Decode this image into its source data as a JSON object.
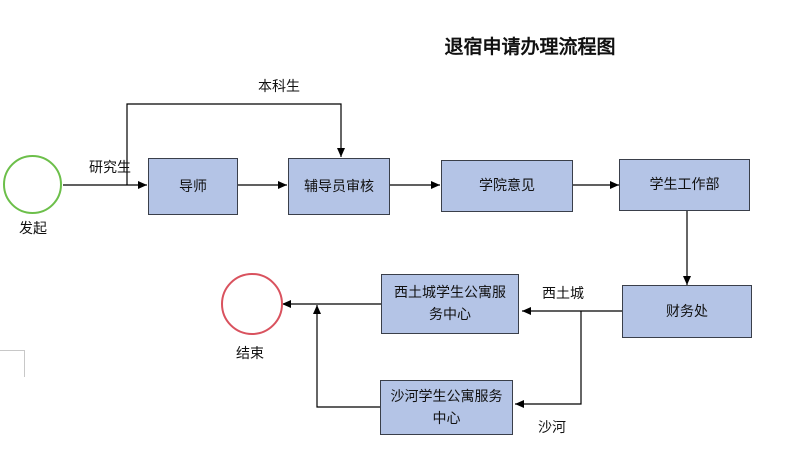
{
  "title": "退宿申请办理流程图",
  "nodes": {
    "start": "发起",
    "end": "结束",
    "advisor": "导师",
    "counselor": "辅导员审核",
    "college": "学院意见",
    "student_affairs": "学生工作部",
    "finance": "财务处",
    "xitucheng_center": "西土城学生公寓服务中心",
    "shahe_center": "沙河学生公寓服务中心"
  },
  "edge_labels": {
    "undergrad": "本科生",
    "graduate": "研究生",
    "xitucheng": "西土城",
    "shahe": "沙河"
  },
  "colors": {
    "node_fill": "#b4c4e6",
    "start_stroke": "#6cbf4a",
    "end_stroke": "#d9525e"
  }
}
